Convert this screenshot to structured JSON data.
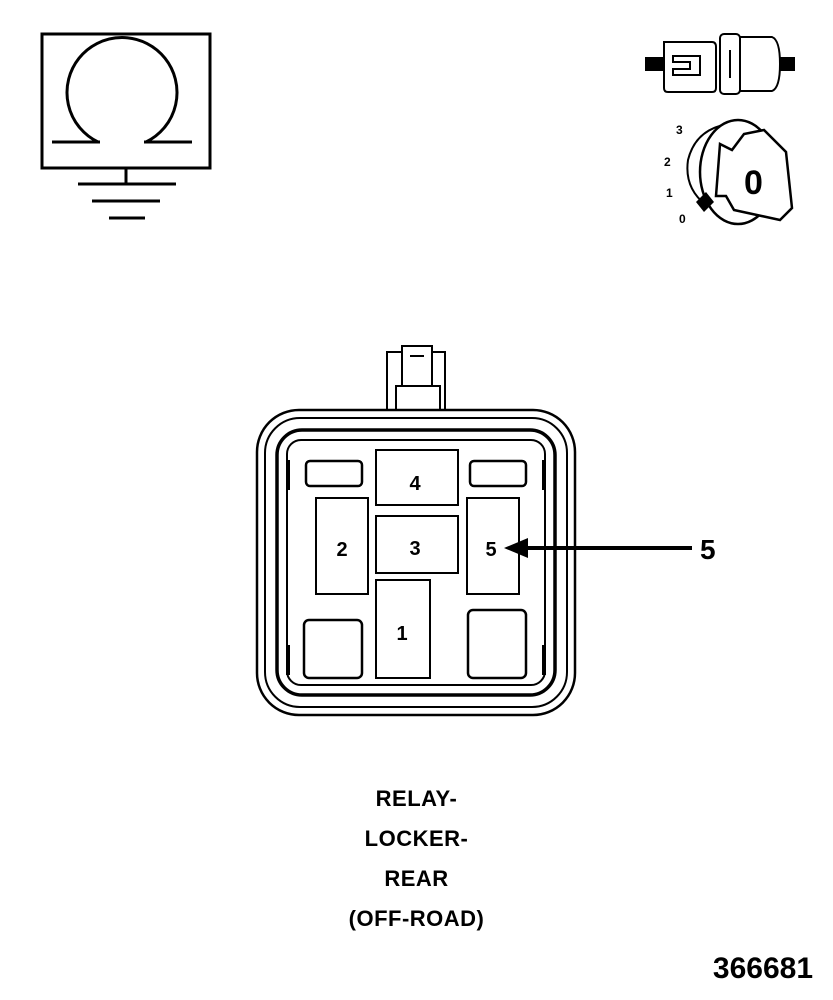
{
  "ignition_scale": [
    "3",
    "2",
    "1",
    "0"
  ],
  "key_position_label": "0",
  "connector": {
    "terminals": [
      {
        "id": "t4",
        "label": "4"
      },
      {
        "id": "t3",
        "label": "3"
      },
      {
        "id": "t2",
        "label": "2"
      },
      {
        "id": "t5",
        "label": "5"
      },
      {
        "id": "t1",
        "label": "1"
      }
    ],
    "callout_label": "5"
  },
  "caption": [
    "RELAY-",
    "LOCKER-",
    "REAR",
    "(OFF-ROAD)"
  ],
  "figure_number": "366681"
}
